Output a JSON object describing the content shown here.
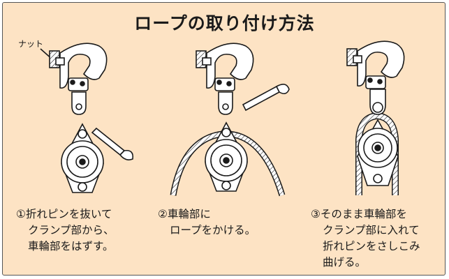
{
  "title": "ロープの取り付け方法",
  "labels": {
    "nut": "ナット"
  },
  "steps": [
    {
      "lines": [
        "①折れピンを抜いて",
        "クランプ部から、",
        "車輪部をはずす。"
      ]
    },
    {
      "lines": [
        "②車輪部に",
        "ロープをかける。"
      ]
    },
    {
      "lines": [
        "③そのまま車輪部を",
        "クランプ部に入れて",
        "折れピンをさしこみ",
        "曲げる。"
      ]
    }
  ],
  "colors": {
    "panel": "#fde3c4",
    "line": "#1a1a1a",
    "part": "#ffffff"
  }
}
